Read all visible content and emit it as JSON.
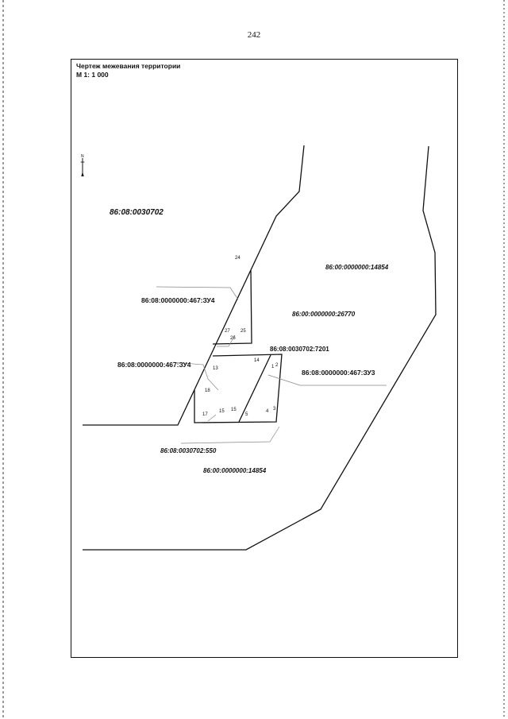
{
  "page": {
    "number": "242"
  },
  "drawing": {
    "title": "Чертеж межевания территории",
    "scale": "М 1: 1 000",
    "north_arrow_label": "N"
  },
  "labels": {
    "quarter_30702": "86:08:0030702",
    "parcel_14854_top": "86:00:0000000:14854",
    "zu4_upper": "86:08:0000000:467:ЗУ4",
    "parcel_26770": "86:00:0000000:26770",
    "parcel_7201": "86:08:0030702:7201",
    "zu4_lower": "86:08:0000000:467:ЗУ4",
    "zu3": "86:08:0000000:467:ЗУ3",
    "parcel_550": "86:08:0030702:550",
    "parcel_14854_bottom": "86:00:0000000:14854"
  },
  "points": {
    "p1": "1",
    "p2": "2",
    "p3": "3",
    "p4": "4",
    "p5": "5",
    "p13": "13",
    "p14": "14",
    "p15a": "15",
    "p15b": "15",
    "p17": "17",
    "p18": "18",
    "p24": "24",
    "p25": "25",
    "p26": "26",
    "p27": "27"
  }
}
